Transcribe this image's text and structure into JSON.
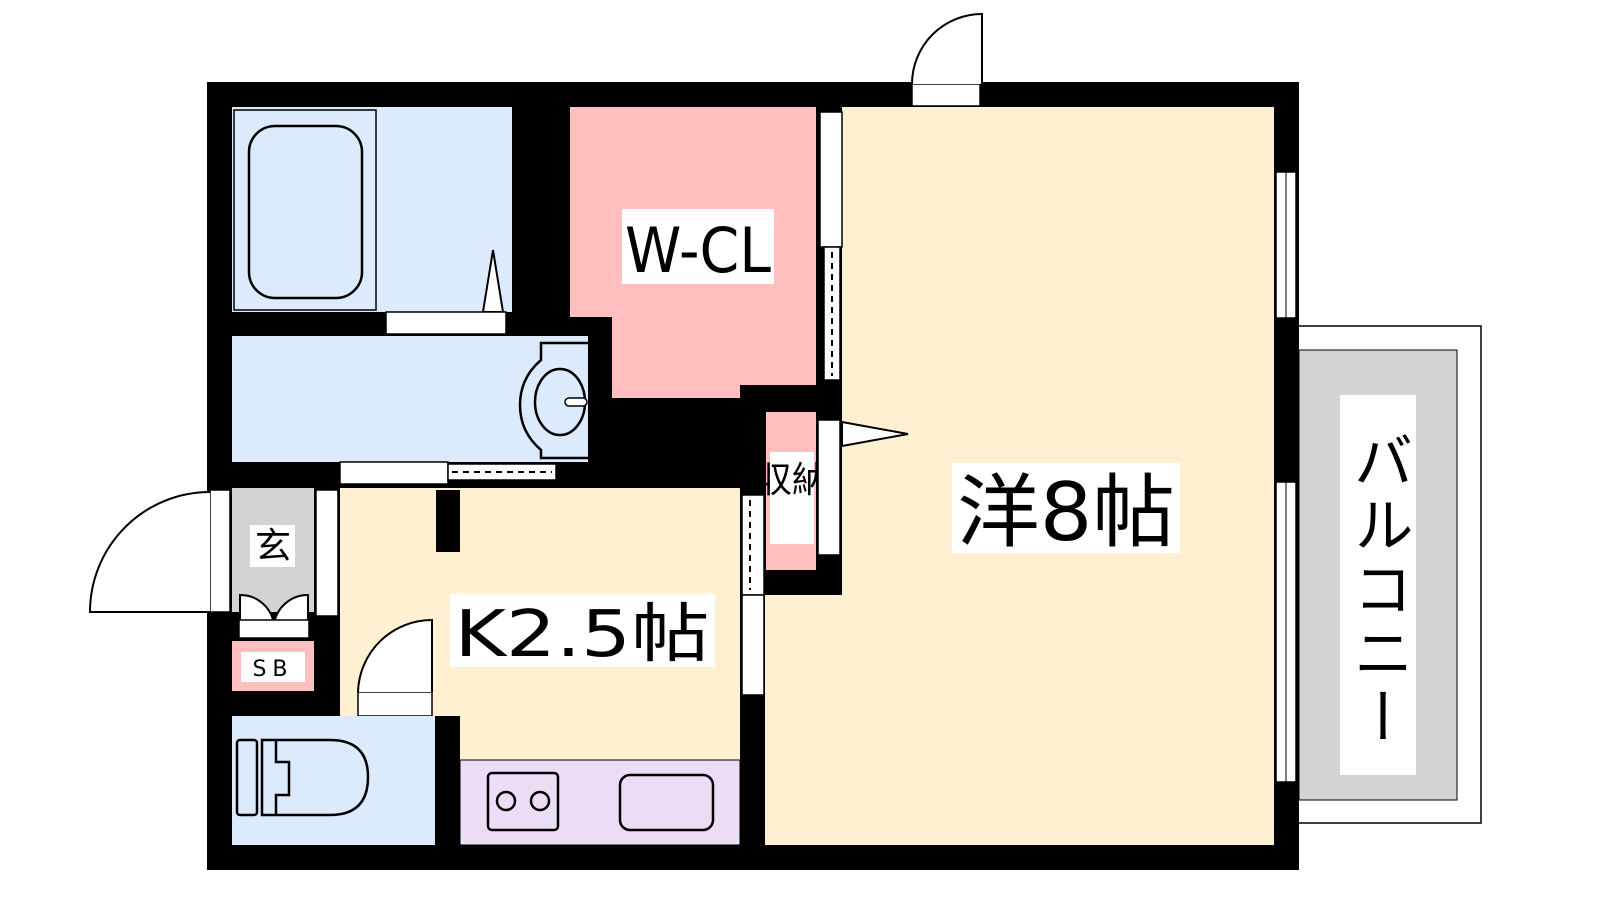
{
  "rooms": {
    "walk_in_closet": "W-CL",
    "western_room": "洋8帖",
    "kitchen": "K2.5帖",
    "storage": "収納",
    "entrance": "玄",
    "shoe_box": "SB",
    "balcony": "バルコニー"
  },
  "colors": {
    "wall": "#000000",
    "wet_area": "#DBEBFD",
    "closet": "#FFBFBF",
    "living": "#FEF0D0",
    "kitchen_counter": "#EADDF5",
    "entrance": "#D3D3D3",
    "balcony": "#D3D3D3"
  }
}
